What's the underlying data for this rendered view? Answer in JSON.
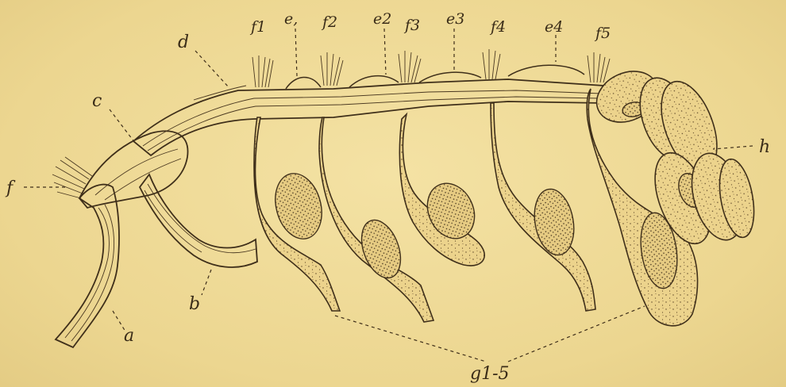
{
  "labels": {
    "a": "a",
    "b": "b",
    "c": "c",
    "d": "d",
    "f": "f",
    "h": "h",
    "e1": "e,",
    "e2": "e2",
    "e3": "e3",
    "e4": "e4",
    "f1": "f1",
    "f2": "f2",
    "f3": "f3",
    "f4": "f4",
    "f5": "f5",
    "g": "g1-5"
  }
}
